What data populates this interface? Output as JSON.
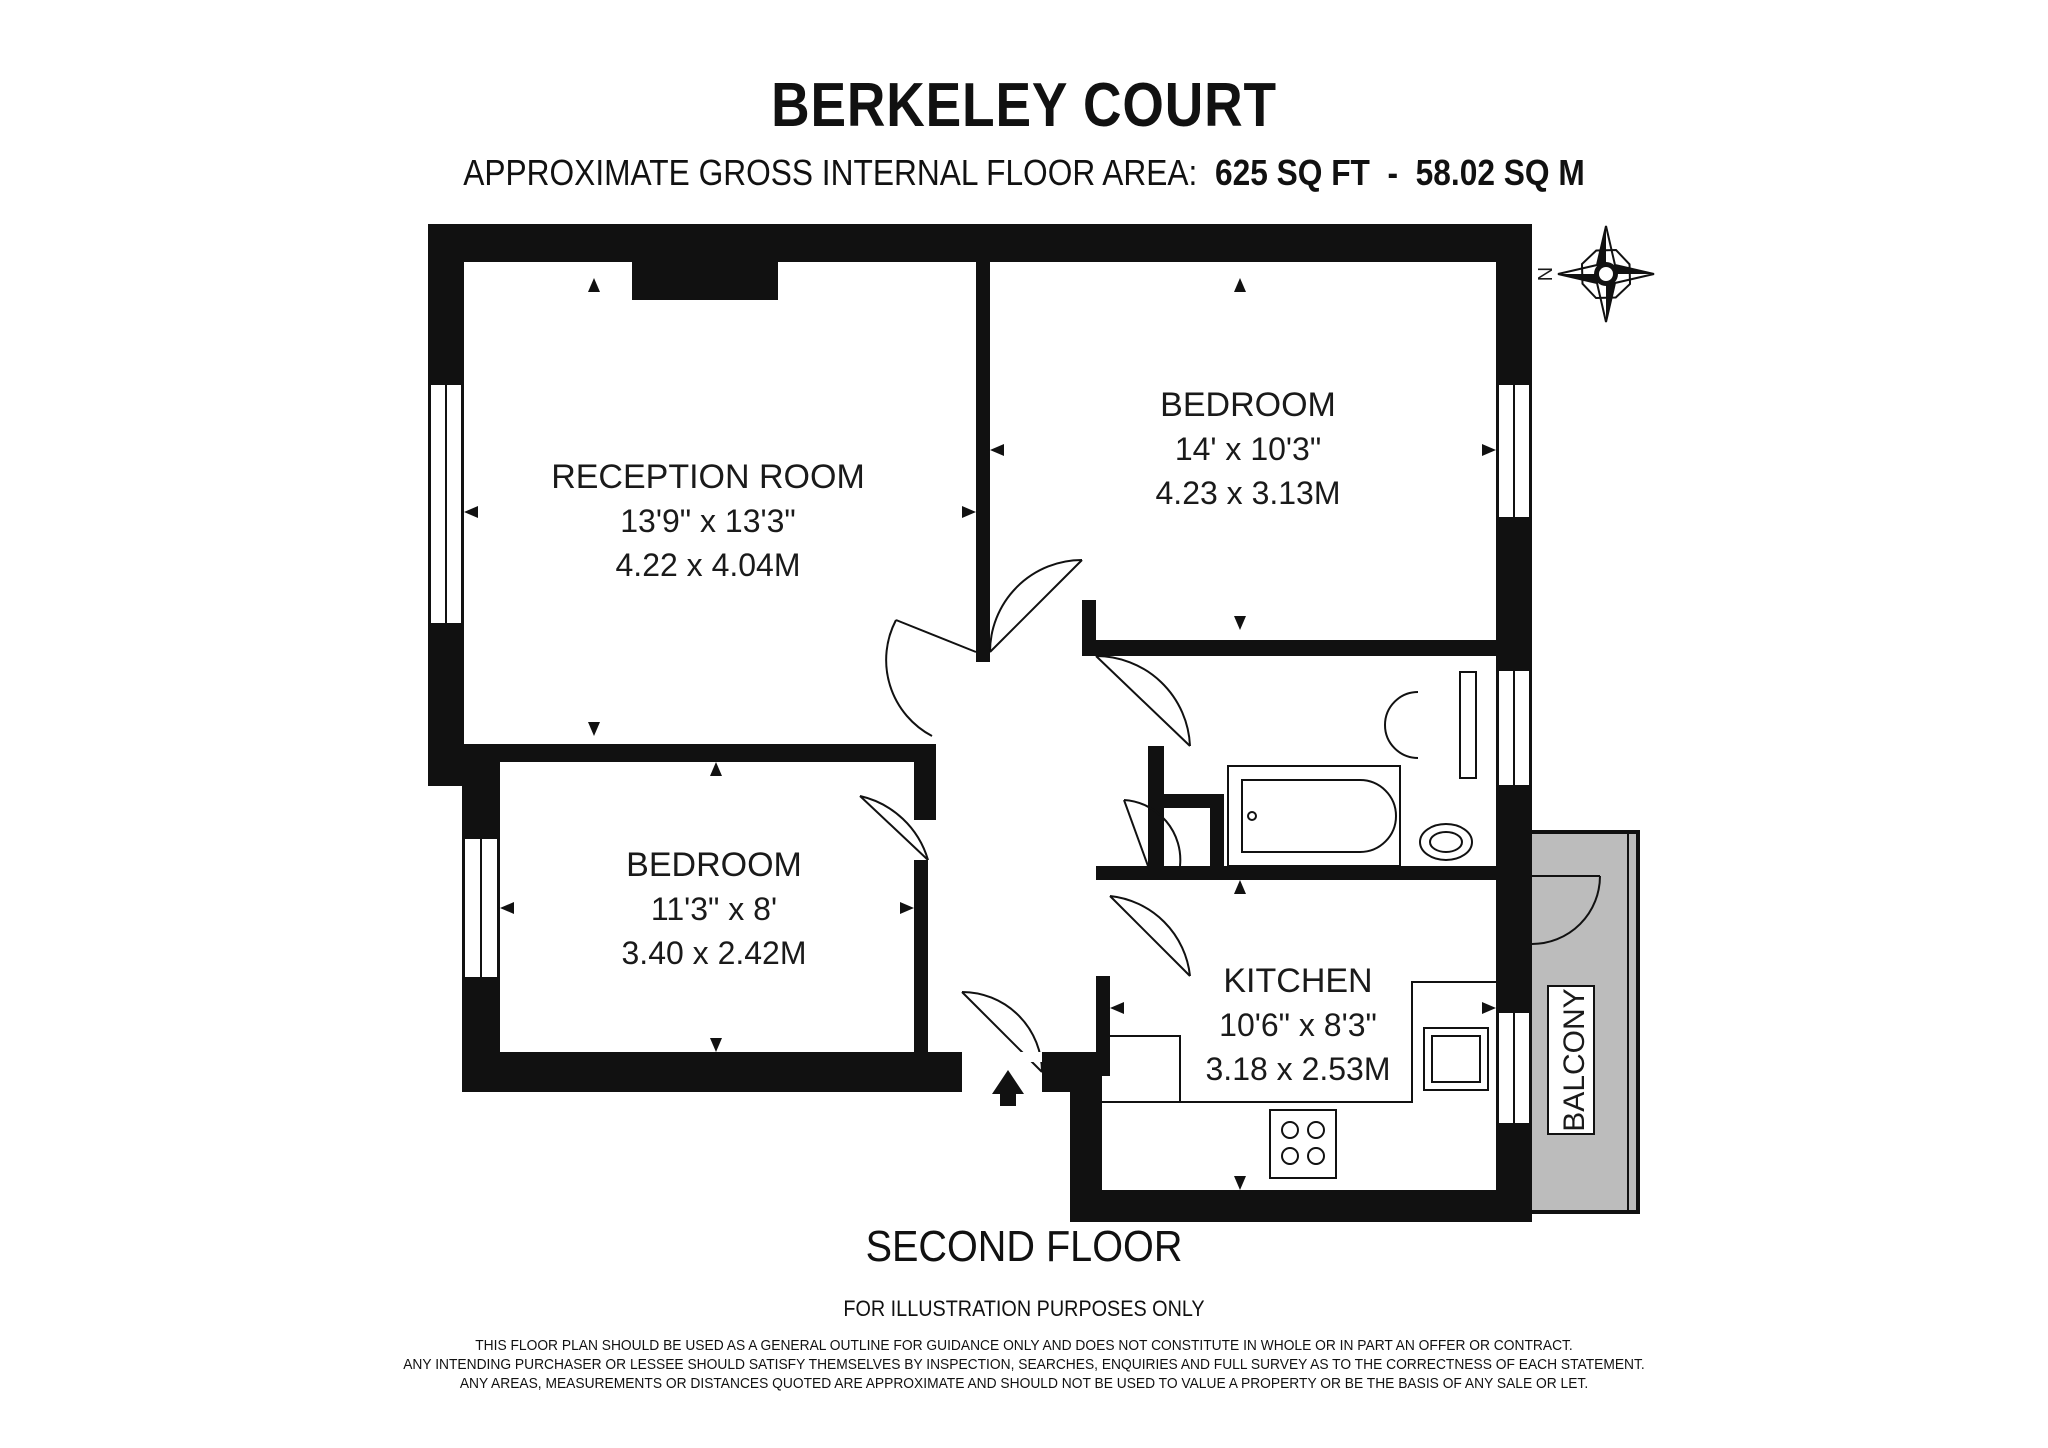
{
  "title": "BERKELEY COURT",
  "subtitle": {
    "prefix": "APPROXIMATE GROSS INTERNAL FLOOR AREA:",
    "sq_ft": "625 SQ FT",
    "separator": "-",
    "sq_m": "58.02 SQ M"
  },
  "compass": {
    "label": "N"
  },
  "rooms": {
    "reception": {
      "name": "RECEPTION ROOM",
      "imperial": "13'9\" x 13'3\"",
      "metric": "4.22 x 4.04M"
    },
    "bedroom_1": {
      "name": "BEDROOM",
      "imperial": "14' x 10'3\"",
      "metric": "4.23 x 3.13M"
    },
    "bedroom_2": {
      "name": "BEDROOM",
      "imperial": "11'3\" x 8'",
      "metric": "3.40 x 2.42M"
    },
    "kitchen": {
      "name": "KITCHEN",
      "imperial": "10'6\" x 8'3\"",
      "metric": "3.18 x 2.53M"
    },
    "balcony": {
      "name": "BALCONY"
    }
  },
  "colors": {
    "wall": "#111111",
    "balcony_fill": "#bcbcbc",
    "window": "#ffffff"
  },
  "floor_label": "SECOND FLOOR",
  "illustration_note": "FOR ILLUSTRATION PURPOSES ONLY",
  "disclaimer": [
    "THIS FLOOR PLAN SHOULD BE USED AS A GENERAL OUTLINE FOR GUIDANCE ONLY AND DOES NOT CONSTITUTE IN WHOLE OR IN PART AN OFFER OR CONTRACT.",
    "ANY INTENDING PURCHASER OR LESSEE SHOULD SATISFY THEMSELVES BY INSPECTION, SEARCHES, ENQUIRIES AND FULL SURVEY AS TO THE CORRECTNESS OF EACH STATEMENT.",
    "ANY AREAS, MEASUREMENTS OR DISTANCES QUOTED ARE APPROXIMATE AND SHOULD NOT BE USED TO VALUE A PROPERTY OR BE THE BASIS OF ANY SALE OR LET."
  ]
}
